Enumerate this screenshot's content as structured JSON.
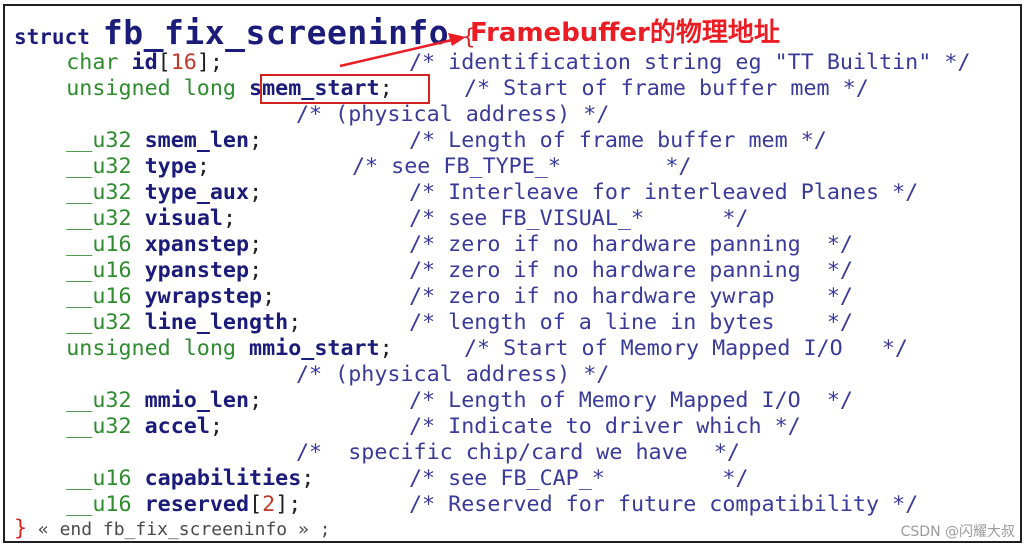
{
  "code": {
    "struct_keyword": "struct",
    "struct_name": "fb_fix_screeninfo",
    "open_brace": "{",
    "lines": {
      "id": {
        "type": "char",
        "name": "id",
        "lb": "[",
        "size": "16",
        "rb": "];",
        "comment": "/* identification string eg \"TT Builtin\" */"
      },
      "smem_start": {
        "type": "unsigned long",
        "name": "smem_start",
        "semi": ";",
        "comment": "/* Start of frame buffer mem */"
      },
      "smem_start_cont": {
        "comment": "/* (physical address) */"
      },
      "smem_len": {
        "type": "__u32",
        "name": "smem_len",
        "semi": ";",
        "comment": "/* Length of frame buffer mem */"
      },
      "type": {
        "type": "__u32",
        "name": "type",
        "semi": ";",
        "comment": "/* see FB_TYPE_*        */"
      },
      "type_aux": {
        "type": "__u32",
        "name": "type_aux",
        "semi": ";",
        "comment": "/* Interleave for interleaved Planes */"
      },
      "visual": {
        "type": "__u32",
        "name": "visual",
        "semi": ";",
        "comment": "/* see FB_VISUAL_*      */"
      },
      "xpanstep": {
        "type": "__u16",
        "name": "xpanstep",
        "semi": ";",
        "comment": "/* zero if no hardware panning  */"
      },
      "ypanstep": {
        "type": "__u16",
        "name": "ypanstep",
        "semi": ";",
        "comment": "/* zero if no hardware panning  */"
      },
      "ywrapstep": {
        "type": "__u16",
        "name": "ywrapstep",
        "semi": ";",
        "comment": "/* zero if no hardware ywrap    */"
      },
      "line_length": {
        "type": "__u32",
        "name": "line_length",
        "semi": ";",
        "comment": "/* length of a line in bytes    */"
      },
      "mmio_start": {
        "type": "unsigned long",
        "name": "mmio_start",
        "semi": ";",
        "comment": "/* Start of Memory Mapped I/O   */"
      },
      "mmio_start_cont": {
        "comment": "/* (physical address) */"
      },
      "mmio_len": {
        "type": "__u32",
        "name": "mmio_len",
        "semi": ";",
        "comment": "/* Length of Memory Mapped I/O  */"
      },
      "accel": {
        "type": "__u32",
        "name": "accel",
        "semi": ";",
        "comment": "/* Indicate to driver which */"
      },
      "accel_cont": {
        "comment": "/*  specific chip/card we have  */"
      },
      "capabilities": {
        "type": "__u16",
        "name": "capabilities",
        "semi": ";",
        "comment": "/* see FB_CAP_*         */"
      },
      "reserved": {
        "type": "__u16",
        "name": "reserved",
        "lb": "[",
        "size": "2",
        "rb": "];",
        "comment": "/* Reserved for future compatibility */"
      }
    },
    "close_brace": "}",
    "end_comment": " « end fb_fix_screeninfo » ;"
  },
  "annotation": {
    "text": "Framebuffer的物理地址",
    "color": "#ec1c24"
  },
  "watermark": "CSDN @闪耀大叔",
  "colors": {
    "keyword": "#2e8b2e",
    "identifier": "#1b1b7a",
    "number": "#c0392b",
    "comment": "#3a3a9a",
    "highlight": "#d32222"
  }
}
